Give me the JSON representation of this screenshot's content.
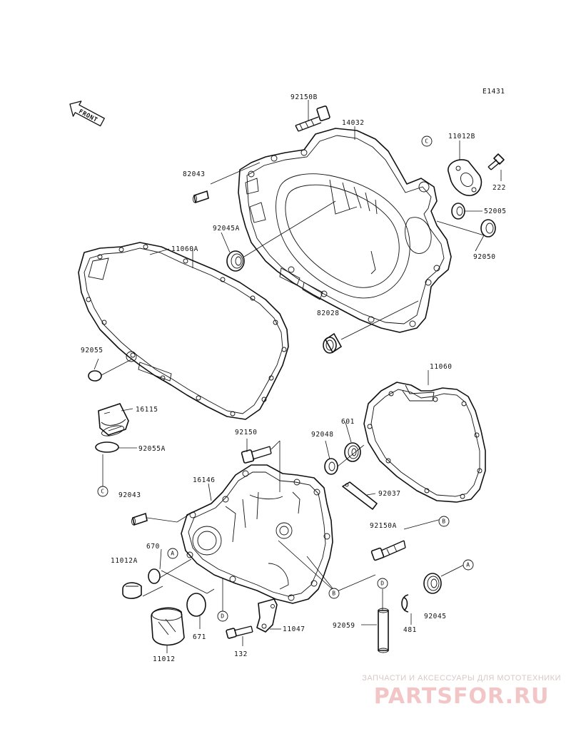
{
  "diagram": {
    "code": "E1431",
    "front_label": "FRONT",
    "labels": {
      "l92150B": "92150B",
      "l14032": "14032",
      "l11012B": "11012B",
      "l222": "222",
      "l82043_top": "82043",
      "l52005": "52005",
      "l92045A": "92045A",
      "l92050": "92050",
      "l11060A": "11060A",
      "l82028": "82028",
      "l92055": "92055",
      "l11060": "11060",
      "l16115": "16115",
      "l92055A": "92055A",
      "l92150": "92150",
      "l92048": "92048",
      "l601": "601",
      "l16146": "16146",
      "l92037": "92037",
      "l92043": "92043",
      "l92150A": "92150A",
      "l670": "670",
      "l11012A": "11012A",
      "l92045": "92045",
      "l671": "671",
      "l92059": "92059",
      "l481": "481",
      "l11047": "11047",
      "l11012": "11012",
      "l132": "132"
    },
    "callouts": {
      "c_top": "C",
      "c_left": "C",
      "a_left": "A",
      "a_right": "A",
      "b_mid": "B",
      "b_right": "B",
      "d_left": "D",
      "d_pin": "D"
    }
  },
  "watermark": {
    "tagline": "ЗАПЧАСТИ И АКСЕССУАРЫ ДЛЯ МОТОТЕХНИКИ",
    "logo": "PARTSFOR.RU"
  }
}
